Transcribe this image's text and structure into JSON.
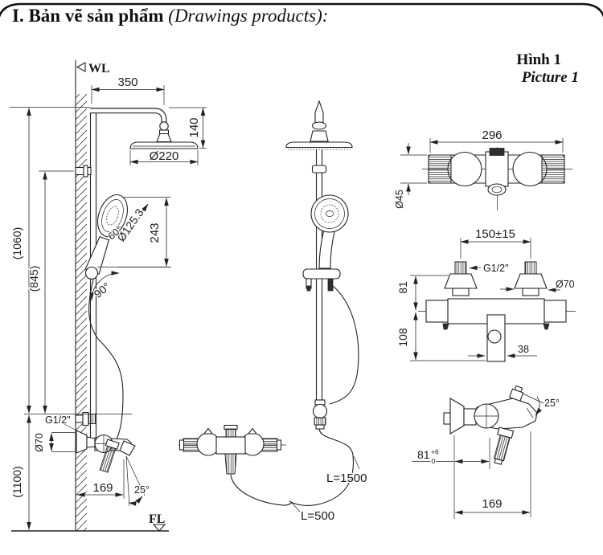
{
  "theme": {
    "ink": "#1c1c1c",
    "paper": "#ffffff"
  },
  "page": {
    "title_bold": "I. Bản vẽ sản phẩm",
    "title_italic": " (Drawings products):"
  },
  "figure_caption": {
    "line1": "Hình 1",
    "line2": "Picture 1"
  },
  "side_view": {
    "wall_line_label": "WL",
    "floor_line_label": "FL",
    "dim_arm_reach": "350",
    "dim_head_drop": "140",
    "dim_head_diameter": "Ø220",
    "dim_height_total": "(1060)",
    "dim_height_bracket": "(845)",
    "dim_handshower_length": "243",
    "dim_handshower_diameter": "Ø125.3",
    "dim_handshower_angle": "60°",
    "dim_swivel_angle": "90°",
    "thread_label": "G1/2\"",
    "dim_escutcheon_diameter": "Ø70",
    "dim_spout_reach": "169",
    "dim_spout_angle": "25°",
    "dim_mount_height": "(1100)"
  },
  "front_view": {
    "hose_long_label": "L=1500",
    "hose_short_label": "L=500"
  },
  "detail_top": {
    "dim_width": "296",
    "dim_body_diameter": "Ø45"
  },
  "detail_front": {
    "dim_centers": "150±15",
    "thread_label": "G1/2\"",
    "dim_escutcheon_diameter": "Ø70",
    "dim_upper": "81",
    "dim_lower": "108",
    "dim_spout_width": "38"
  },
  "detail_side": {
    "dim_angle": "25°",
    "dim_wall_offset": "81",
    "dim_wall_offset_sup": "+6",
    "dim_wall_offset_sub": "0",
    "dim_reach": "169"
  }
}
